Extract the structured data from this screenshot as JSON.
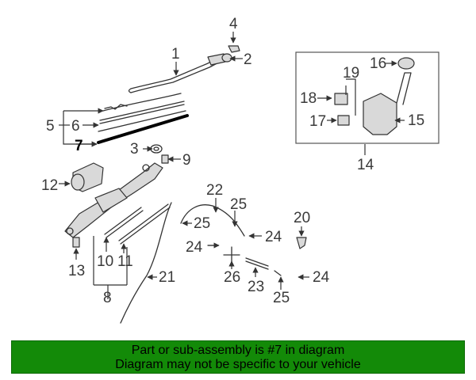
{
  "diagram": {
    "callouts": {
      "c1": "1",
      "c2": "2",
      "c3": "3",
      "c4": "4",
      "c5": "5",
      "c6": "6",
      "c7": "7",
      "c8": "8",
      "c9": "9",
      "c10": "10",
      "c11": "11",
      "c12": "12",
      "c13": "13",
      "c14": "14",
      "c15": "15",
      "c16": "16",
      "c17": "17",
      "c18": "18",
      "c19": "19",
      "c20": "20",
      "c21": "21",
      "c22": "22",
      "c23": "23",
      "c24a": "24",
      "c24b": "24",
      "c24c": "24",
      "c25a": "25",
      "c25b": "25",
      "c25c": "25",
      "c26": "26"
    },
    "highlight_color": "#000000",
    "part_color": "#333333"
  },
  "banner": {
    "line1": "Part or sub-assembly is #7 in diagram",
    "line2": "Diagram may not be specific to your vehicle",
    "background": "#138a08"
  }
}
